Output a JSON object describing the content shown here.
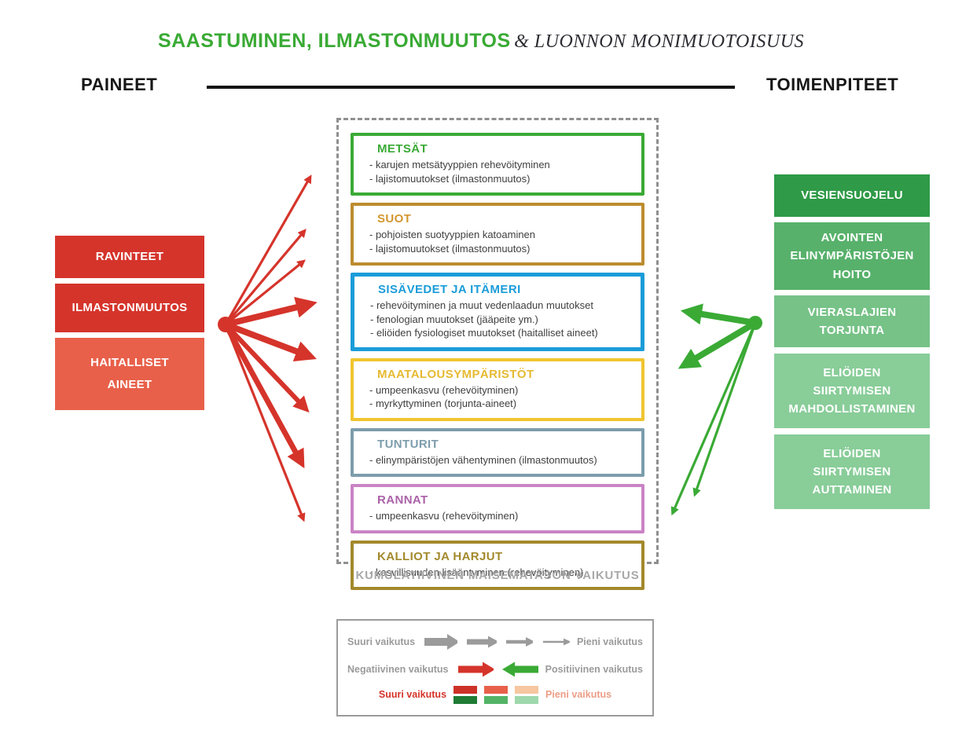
{
  "title": {
    "main": "SAASTUMINEN, ILMASTONMUUTOS",
    "suffix": "& LUONNON MONIMUOTOISUUS",
    "main_color": "#3aaa35",
    "suffix_color": "#2c2c33"
  },
  "headers": {
    "left": "PAINEET",
    "right": "TOIMENPITEET"
  },
  "pressures": [
    {
      "label": "RAVINTEET",
      "color": "#d5342b"
    },
    {
      "label": "ILMASTONMUUTOS",
      "color": "#d5342b"
    },
    {
      "label": "HAITALLISET AINEET",
      "color": "#e8604a"
    }
  ],
  "habitats": [
    {
      "title": "METSÄT",
      "color": "#3aaa35",
      "title_color": "#3aaa35",
      "items": [
        "- karujen metsätyyppien rehevöityminen",
        "- lajistomuutokset (ilmastonmuutos)"
      ]
    },
    {
      "title": "SUOT",
      "color": "#bd8c2f",
      "title_color": "#d2972f",
      "items": [
        "- pohjoisten suotyyppien katoaminen",
        "- lajistomuutokset (ilmastonmuutos)"
      ]
    },
    {
      "title": "SISÄVEDET JA ITÄMERI",
      "color": "#1b9cd9",
      "title_color": "#1b9cd9",
      "items": [
        "- rehevöityminen ja muut vedenlaadun muutokset",
        "- fenologian muutokset (jääpeite ym.)",
        "- eliöiden fysiologiset muutokset (haitalliset aineet)"
      ]
    },
    {
      "title": "MAATALOUSYMPÄRISTÖT",
      "color": "#f0c52f",
      "title_color": "#e5ba32",
      "items": [
        "- umpeenkasvu (rehevöityminen)",
        "- myrkyttyminen (torjunta-aineet)"
      ]
    },
    {
      "title": "TUNTURIT",
      "color": "#7d9dac",
      "title_color": "#7d9dac",
      "items": [
        "- elinympäristöjen vähentyminen (ilmastonmuutos)"
      ]
    },
    {
      "title": "RANNAT",
      "color": "#ca83c5",
      "title_color": "#ab62a8",
      "items": [
        "- umpeenkasvu (rehevöityminen)"
      ]
    },
    {
      "title": "KALLIOT JA HARJUT",
      "color": "#a3892c",
      "title_color": "#a3892c",
      "items": [
        "- kasvillisuuden lisääntyminen (rehevöityminen)"
      ]
    }
  ],
  "cumulative_caption": "KUMULATIIVINEN MAISEMATASON VAIKUTUS",
  "measures": [
    {
      "label": "VESIENSUOJELU",
      "color": "#2f9a47"
    },
    {
      "label": "AVOINTEN ELINYMPÄRISTÖJEN HOITO",
      "color": "#57b16b"
    },
    {
      "label": "VIERASLAJIEN TORJUNTA",
      "color": "#76c287"
    },
    {
      "label": "ELIÖIDEN SIIRTYMISEN MAHDOLLISTAMINEN",
      "color": "#89cd99"
    },
    {
      "label": "ELIÖIDEN SIIRTYMISEN AUTTAMINEN",
      "color": "#89cd99"
    }
  ],
  "legend": {
    "size_row": {
      "left": "Suuri vaikutus",
      "right": "Pieni vaikutus"
    },
    "valence_row": {
      "left": "Negatiivinen vaikutus",
      "right": "Positiivinen vaikutus"
    },
    "swatch_row": {
      "left": "Suuri vaikutus",
      "right": "Pieni vaikutus"
    },
    "negative_color": "#d5342b",
    "positive_color": "#3aaa35",
    "neutral_arrow_color": "#9b9b9b",
    "swatches": [
      {
        "top": "#cc3227",
        "bottom": "#1e7b34"
      },
      {
        "top": "#e8604a",
        "bottom": "#53b366"
      },
      {
        "top": "#f6c7a0",
        "bottom": "#9ed8ab"
      }
    ]
  }
}
